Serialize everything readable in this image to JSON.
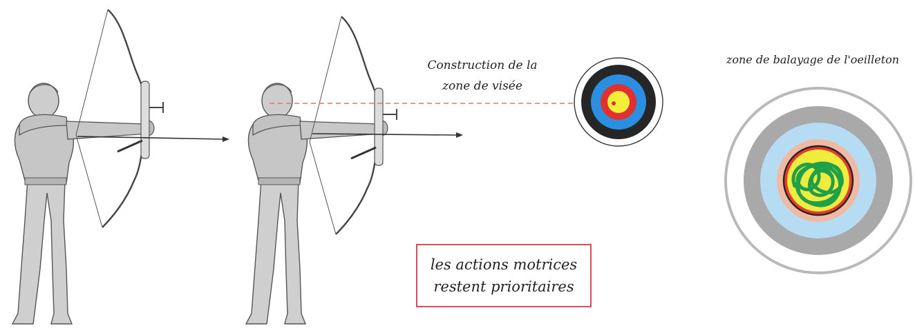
{
  "labels": {
    "construction_line1": "Construction de la",
    "construction_line2": "zone de visée",
    "balayage": "zone de balayage de l'oeilleton",
    "callout_line1": "les actions motrices",
    "callout_line2": "restent prioritaires"
  },
  "colors": {
    "target_yellow": "#f4ee3a",
    "target_red": "#e03030",
    "target_blue": "#2a8fe0",
    "target_black": "#262626",
    "scan_track": "#21a04a",
    "sight_line": "#e0707a",
    "callout_border": "#d94b55",
    "archer_body": "#c9c9c9",
    "archer_outline": "#555555"
  },
  "icons": [
    "archer-figure",
    "recurve-bow",
    "arrow",
    "archery-target",
    "sight-scan-target"
  ]
}
